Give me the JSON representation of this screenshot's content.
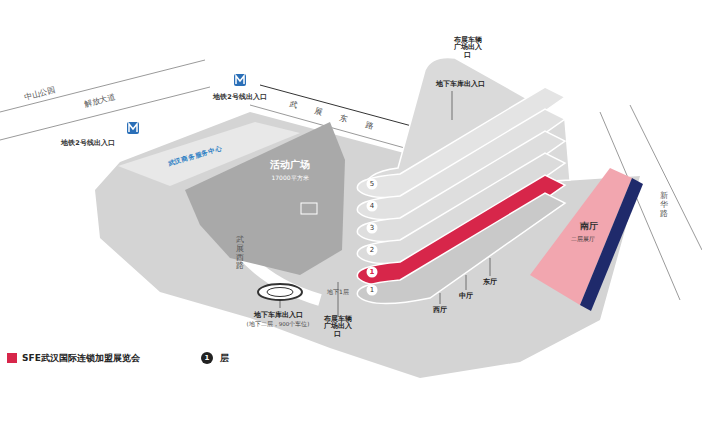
{
  "diagram": {
    "nodes": [
      {
        "text": [
          "活动广场",
          "17000平方米"
        ]
      },
      {
        "text": [
          "南厅",
          "二层展厅"
        ]
      }
    ],
    "labels": [
      "中山公园",
      "解放大道",
      "地铁2号线出入口",
      "地铁2号线出入口",
      "武展东路",
      "武汉商务服务中心",
      "布展车辆广场出入口",
      "地下车库出入口",
      "5",
      "4",
      "3",
      "2",
      "1",
      "1",
      "地下1层",
      "武展西路",
      "地下车库出入口",
      "(地下二层，900个车位)",
      "布展车辆广场出入口",
      "东厅",
      "中厅",
      "西厅",
      "新华路",
      "1",
      "层"
    ],
    "legend": [
      {
        "text": "SFE武汉国际连锁加盟展览会",
        "color": "#d7264a"
      }
    ]
  }
}
